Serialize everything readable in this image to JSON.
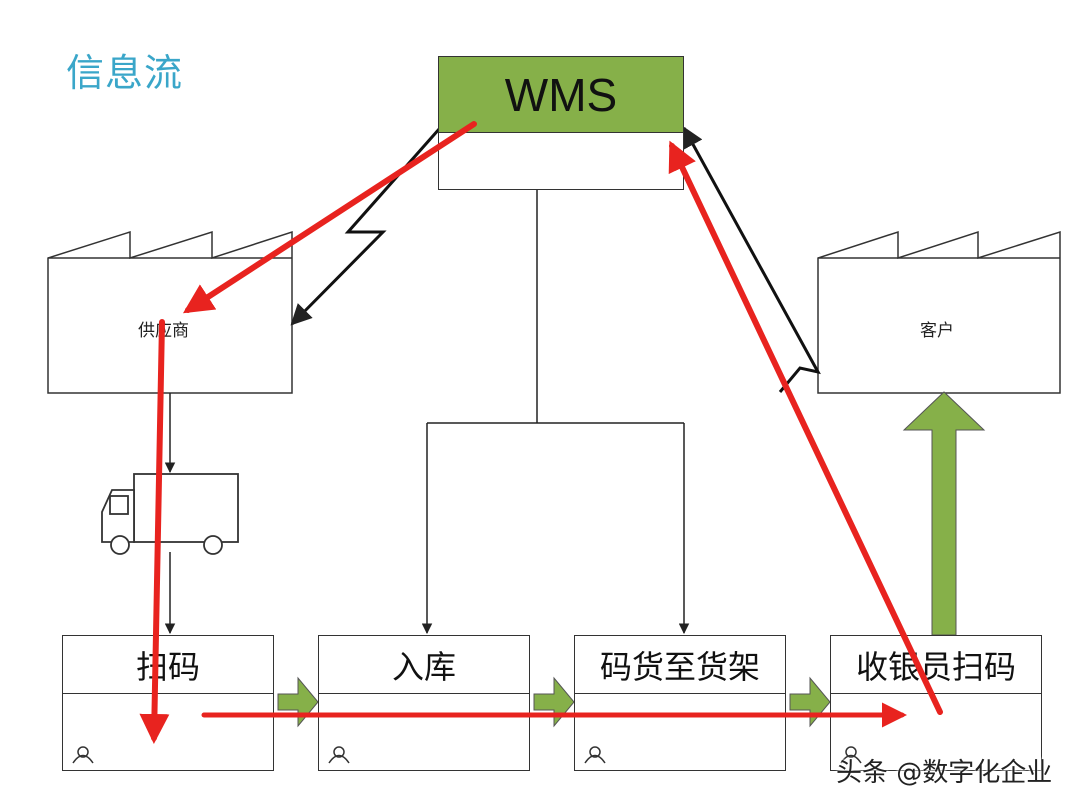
{
  "title": "信息流",
  "wms": {
    "label": "WMS"
  },
  "factories": {
    "supplier": "供应商",
    "customer": "客户"
  },
  "processes": [
    {
      "label": "扫码"
    },
    {
      "label": "入库"
    },
    {
      "label": "码货至货架"
    },
    {
      "label": "收银员扫码"
    }
  ],
  "watermark": "头条 @数字化企业",
  "colors": {
    "title": "#3aa6c9",
    "wms_header": "#86b049",
    "green_arrow": "#86b049",
    "red_arrow": "#e8231f"
  }
}
